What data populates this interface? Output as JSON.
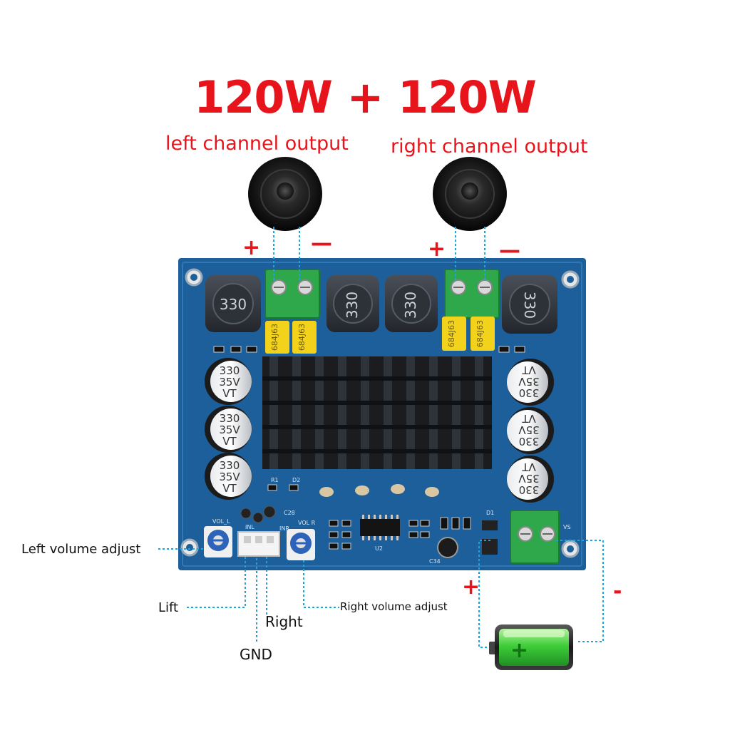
{
  "title": "120W + 120W",
  "left_channel": {
    "label": "left channel output",
    "plus": "+",
    "minus": "—"
  },
  "right_channel": {
    "label": "right channel output",
    "plus": "+",
    "minus": "—"
  },
  "labels": {
    "left_volume": "Left volume adjust",
    "right_volume": "Right volume adjust",
    "lift": "Lift",
    "right": "Right",
    "gnd": "GND"
  },
  "battery": {
    "plus": "+",
    "minus": "-",
    "cross": "+"
  },
  "board": {
    "inductor_marking": "330",
    "film_cap_marking": "684J63",
    "electrolytic_lines": [
      "330",
      "35V",
      "VT"
    ],
    "silk": {
      "vol_l": "VOL_L",
      "vol_r": "VOL R",
      "inl": "INL",
      "inr": "INR",
      "vs": "VS",
      "r1": "R1",
      "d2": "D2",
      "c28": "C28",
      "u2": "U2",
      "c34": "C34",
      "d1": "D1"
    }
  },
  "colors": {
    "accent_red": "#e8141b",
    "pcb_blue": "#1d5f9a",
    "wire_blue": "#2a9fd6",
    "terminal_green": "#2ea84a",
    "battery_green": "#37c23a"
  }
}
